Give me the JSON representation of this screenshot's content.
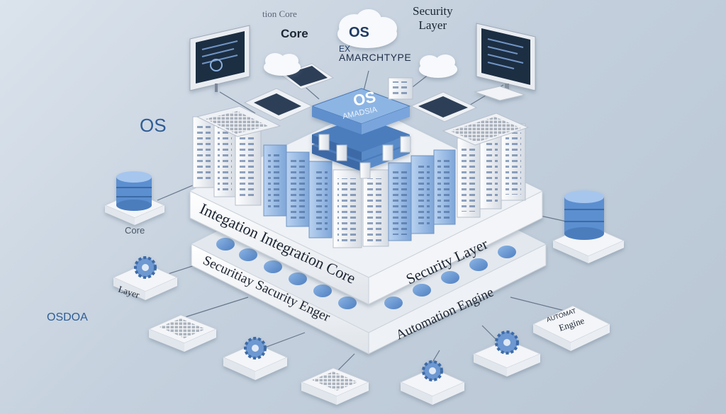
{
  "labels": {
    "os_left": "OS",
    "osdoa": "OSDOA",
    "core_small": "Core",
    "top_core_faded": "tion Core",
    "top_core": "Core",
    "security_title": [
      "Security",
      "Layer"
    ],
    "amarchtype": "AMARCHTYPE",
    "cloud_os": "OS",
    "cloud_ex": "EX",
    "center_box_os": "OS",
    "center_box_sub": "AMADSIA",
    "tier_integration": "Integation Integration Core",
    "tier_security_layer": "Security Layer",
    "tier_security": "Securitiay Sacurity Enger",
    "tier_automation": "Automation Engine",
    "node_layer": "Layer",
    "node_engine": "Engine",
    "node_automat": "AUTOMAT"
  },
  "colors": {
    "accent_blue": "#5b8fd0",
    "deep_blue": "#2e5d94",
    "platform_white": "#f7f8fa",
    "server_gray": "#e9edf2",
    "background": "#c9d3df"
  },
  "icons": [
    "monitor-icon",
    "cloud-icon",
    "database-icon",
    "gear-icon",
    "server-rack-icon",
    "keyboard-icon"
  ]
}
